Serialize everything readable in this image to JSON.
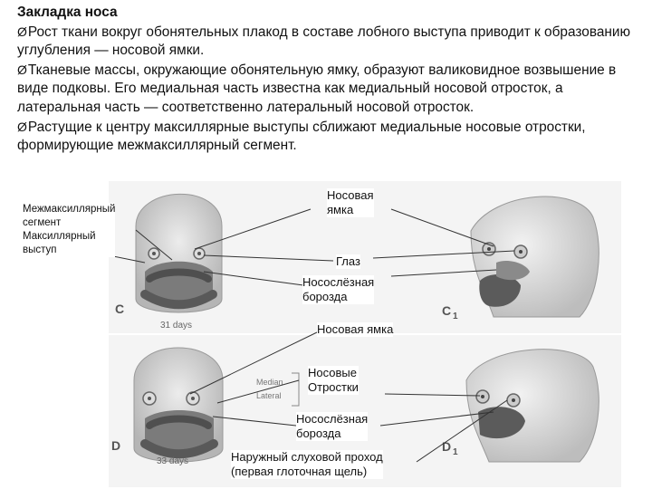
{
  "heading": "Закладка носа",
  "bullets": [
    "Рост ткани вокруг обонятельных плакод в составе лобного выступа приводит к образованию углубления — носовой ямки.",
    "Тканевые массы, окружающие обонятельную ямку, образуют валиковидное возвышение в виде подковы. Его медиальная часть известна как медиальный носовой отросток, а латеральная часть — соответственно латеральный носовой отросток.",
    "Растущие к центру максиллярные выступы сближают медиальные носовые отростки, формирующие межмаксиллярный сегмент."
  ],
  "bullet_symbol": "Ø",
  "labels": {
    "intermaxillary_1": "Межмаксиллярный",
    "intermaxillary_2": "сегмент",
    "maxillary_1": "Максиллярный",
    "maxillary_2": "выступ",
    "nasal_pit_1": "Носовая",
    "nasal_pit_2": "ямка",
    "eye": "Глаз",
    "nasolacrimal_1": "Носослёзная",
    "nasolacrimal_2": "борозда",
    "nasal_pit_b": "Носовая ямка",
    "nasal_processes_1": "Носовые",
    "nasal_processes_2": "Отростки",
    "nasolacrimal_b1": "Носослёзная",
    "nasolacrimal_b2": "борозда",
    "ear_canal_1": "Наружный слуховой проход",
    "ear_canal_2": "(первая глоточная щель)"
  },
  "figure": {
    "panel_c": "C",
    "panel_c1": "C",
    "panel_c1_sub": "1",
    "panel_d": "D",
    "panel_d1": "D",
    "panel_d1_sub": "1",
    "days_c": "31 days",
    "days_d": "33 days",
    "median": "Median",
    "lateral": "Lateral"
  }
}
